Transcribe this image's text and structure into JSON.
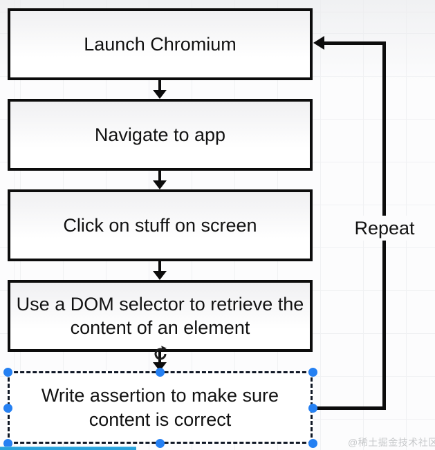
{
  "diagram": {
    "nodes": [
      {
        "label": "Launch Chromium",
        "lines": [
          "Launch Chromium"
        ],
        "selected": false
      },
      {
        "label": "Navigate to app",
        "lines": [
          "Navigate to app"
        ],
        "selected": false
      },
      {
        "label": "Click on stuff on screen",
        "lines": [
          "Click on stuff on screen"
        ],
        "selected": false
      },
      {
        "label": "Use a DOM selector to retrieve the content of an element",
        "lines": [
          "Use a DOM selector to retrieve the",
          "content of an element"
        ],
        "selected": false
      },
      {
        "label": "Write assertion to make sure content is correct",
        "lines": [
          "Write assertion to make sure",
          "content is correct"
        ],
        "selected": true
      }
    ],
    "connectors": [
      {
        "from": "Launch Chromium",
        "to": "Navigate to app",
        "label": ""
      },
      {
        "from": "Navigate to app",
        "to": "Click on stuff on screen",
        "label": ""
      },
      {
        "from": "Click on stuff on screen",
        "to": "Use a DOM selector to retrieve the content of an element",
        "label": ""
      },
      {
        "from": "Use a DOM selector to retrieve the content of an element",
        "to": "Write assertion to make sure content is correct",
        "label": ""
      },
      {
        "from": "Write assertion to make sure content is correct",
        "to": "Launch Chromium",
        "label": "Repeat"
      }
    ],
    "repeat_label": "Repeat"
  },
  "selection": {
    "handle_color": "#2580f2",
    "outline_color": "#101826",
    "handle_count": 8
  },
  "colors": {
    "node_border": "#0c0c0c",
    "node_fill": "#ffffff",
    "connector": "#0c0c0c",
    "text": "#121212",
    "canvas_background": "#fcfcfd",
    "grid_line": "#f0f1f3",
    "progress_bar": "#2aa2db",
    "watermark": "#c6c8ca"
  },
  "watermark": {
    "text": "@稀土掘金技术社区"
  }
}
